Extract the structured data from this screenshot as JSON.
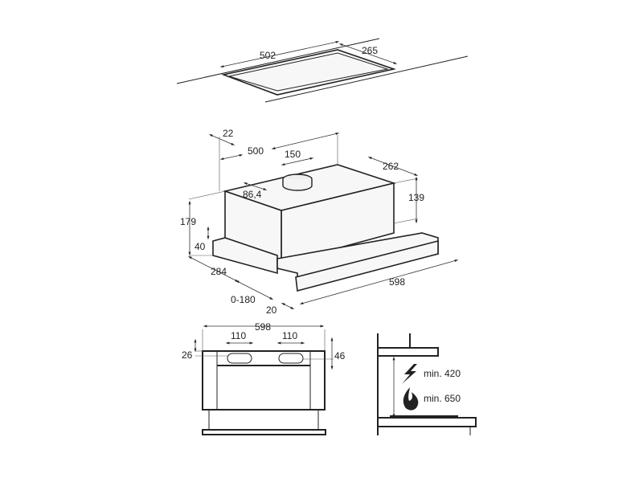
{
  "cutout": {
    "width": "502",
    "depth": "265"
  },
  "hood": {
    "d22": "22",
    "d500": "500",
    "d150": "150",
    "d262": "262",
    "d86": "86,4",
    "d139": "139",
    "d179": "179",
    "d40": "40",
    "d284": "284",
    "d0180": "0-180",
    "d20": "20",
    "d598": "598"
  },
  "front_view": {
    "width": "598",
    "slot_left": "110",
    "slot_right": "110",
    "d26": "26",
    "d46": "46"
  },
  "clearance": {
    "electric": "min. 420",
    "gas": "min. 650",
    "electric_icon": "lightning-icon",
    "gas_icon": "flame-icon"
  }
}
